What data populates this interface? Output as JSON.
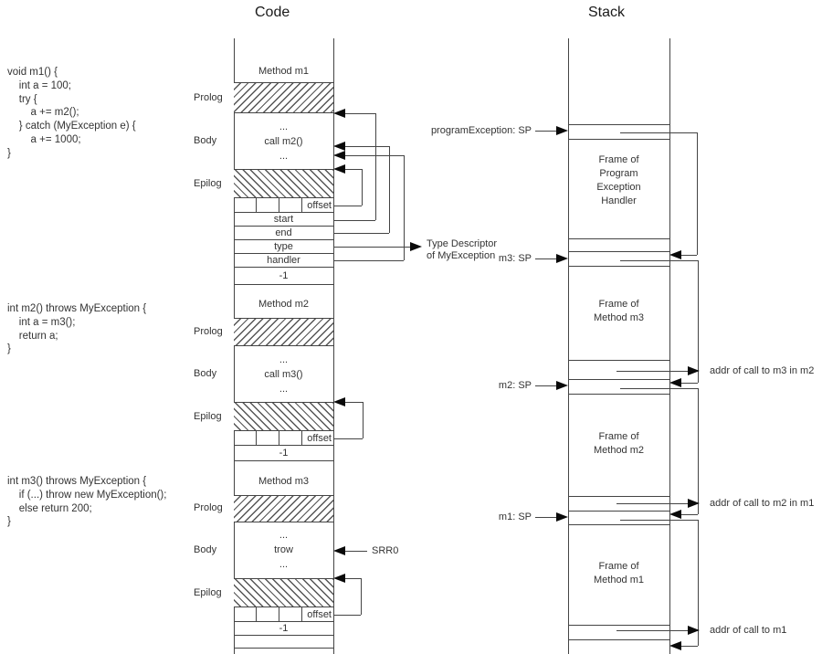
{
  "headers": {
    "code": "Code",
    "stack": "Stack"
  },
  "section_labels": {
    "prolog": "Prolog",
    "body": "Body",
    "epilog": "Epilog"
  },
  "source_code": {
    "m1": "void m1() {\n    int a = 100;\n    try {\n        a += m2();\n    } catch (MyException e) {\n        a += 1000;\n}",
    "m2": "int m2() throws MyException {\n    int a = m3();\n    return a;\n}",
    "m3": "int m3() throws MyException {\n    if (...) throw new MyException();\n    else return 200;\n}"
  },
  "code_column": {
    "m1": {
      "title": "Method m1",
      "body": "...\ncall m2()\n...",
      "offset": "offset",
      "start": "start",
      "end": "end",
      "type": "type",
      "handler": "handler",
      "neg1": "-1"
    },
    "m2": {
      "title": "Method m2",
      "body": "...\ncall m3()\n...",
      "offset": "offset",
      "neg1": "-1"
    },
    "m3": {
      "title": "Method m3",
      "body": "...\ntrow\n...",
      "offset": "offset",
      "neg1": "-1"
    }
  },
  "stack_column": {
    "frames": {
      "handler": "Frame of\nProgram\nException\nHandler",
      "m3": "Frame of\nMethod m3",
      "m2": "Frame of\nMethod m2",
      "m1": "Frame of\nMethod m1"
    },
    "sp_labels": {
      "handler": "programException: SP",
      "m3": "m3: SP",
      "m2": "m2: SP",
      "m1": "m1: SP"
    },
    "addr_labels": {
      "m3": "addr of call to m3 in m2",
      "m2": "addr of call to m2 in m1",
      "m1": "addr of call to m1"
    }
  },
  "annotations": {
    "type_descriptor": "Type Descriptor\nof MyException",
    "srr0": "SRR0"
  },
  "colors": {
    "line": "#444444",
    "arrow": "#0a0a0a",
    "text": "#333333",
    "background": "#ffffff"
  }
}
